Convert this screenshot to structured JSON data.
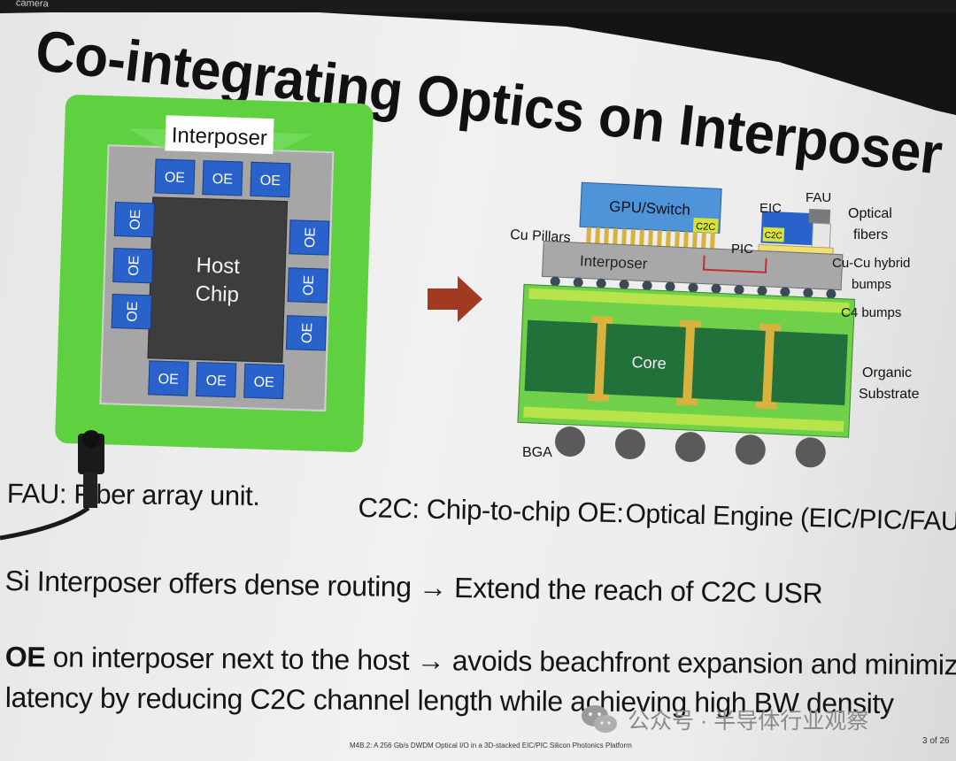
{
  "slide": {
    "camera_label": "camera",
    "title": "Co-integrating Optics on Interposer",
    "left_figure": {
      "interposer_label": "Interposer",
      "host_chip_line1": "Host",
      "host_chip_line2": "Chip",
      "oe_label": "OE"
    },
    "right_figure": {
      "gpu_label": "GPU/Switch",
      "c2c_label": "C2C",
      "eic_label": "EIC",
      "fau_label": "FAU",
      "optical_fibers_line1": "Optical",
      "optical_fibers_line2": "fibers",
      "cu_pillars_label": "Cu Pillars",
      "pic_label": "PIC",
      "interposer_label": "Interposer",
      "cu_hybrid_line1": "Cu-Cu hybrid",
      "cu_hybrid_line2": "bumps",
      "c4_label": "C4 bumps",
      "core_label": "Core",
      "organic_line1": "Organic",
      "organic_line2": "Substrate",
      "bga_label": "BGA"
    },
    "definitions": {
      "fau": "FAU: Fiber array unit.",
      "c2c": "C2C: Chip-to-chip OE:",
      "oe": "Optical Engine (EIC/PIC/FAU)"
    },
    "bullets": {
      "b1": "Si Interposer offers dense routing → Extend the reach of C2C USR",
      "b2_bold": "OE",
      "b2_rest": " on interposer next to the host → avoids beachfront expansion and minimizes",
      "b3": "latency by reducing C2C channel length while achieving high BW density"
    },
    "footer": "M4B.2: A 256 Gb/s DWDM Optical I/O in a 3D-stacked EIC/PIC Silicon Photonics Platform",
    "page": "3 of 26",
    "watermark": "公众号 · 半导体行业观察",
    "colors": {
      "substrate_green": "#5fd141",
      "interposer_gray": "#a8a8a8",
      "oe_blue": "#2a62cc",
      "host_chip": "#3d3d3d",
      "arrow": "#a23a22",
      "gpu_blue": "#4f93d8",
      "c2c_yellow": "#d6e23b",
      "core_dark_green": "#23713a",
      "via_gold": "#d8b23c"
    }
  }
}
